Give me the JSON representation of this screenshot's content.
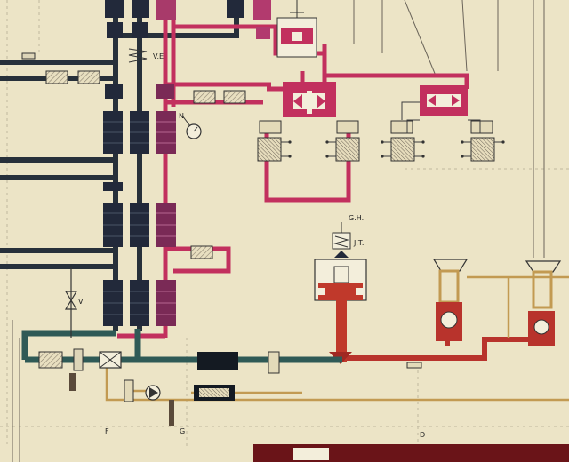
{
  "labels": {
    "ve": "V.E",
    "n": "N",
    "gh": "G.H.",
    "jt": "J.T.",
    "v": "V",
    "f": "F",
    "g": "G",
    "d": "D"
  },
  "colors": {
    "paper": "#ece4c6",
    "dark_pipe": "#27303a",
    "teal_pipe": "#2f5a56",
    "magenta_pipe": "#c2305e",
    "red_pipe": "#b8332c",
    "tan_pipe": "#c29a52",
    "thin_line": "#3d3d3d"
  },
  "icons": [
    "valve-symbol",
    "pressure-gauge",
    "spring-valve",
    "solenoid-coil",
    "filter-element",
    "check-valve"
  ]
}
